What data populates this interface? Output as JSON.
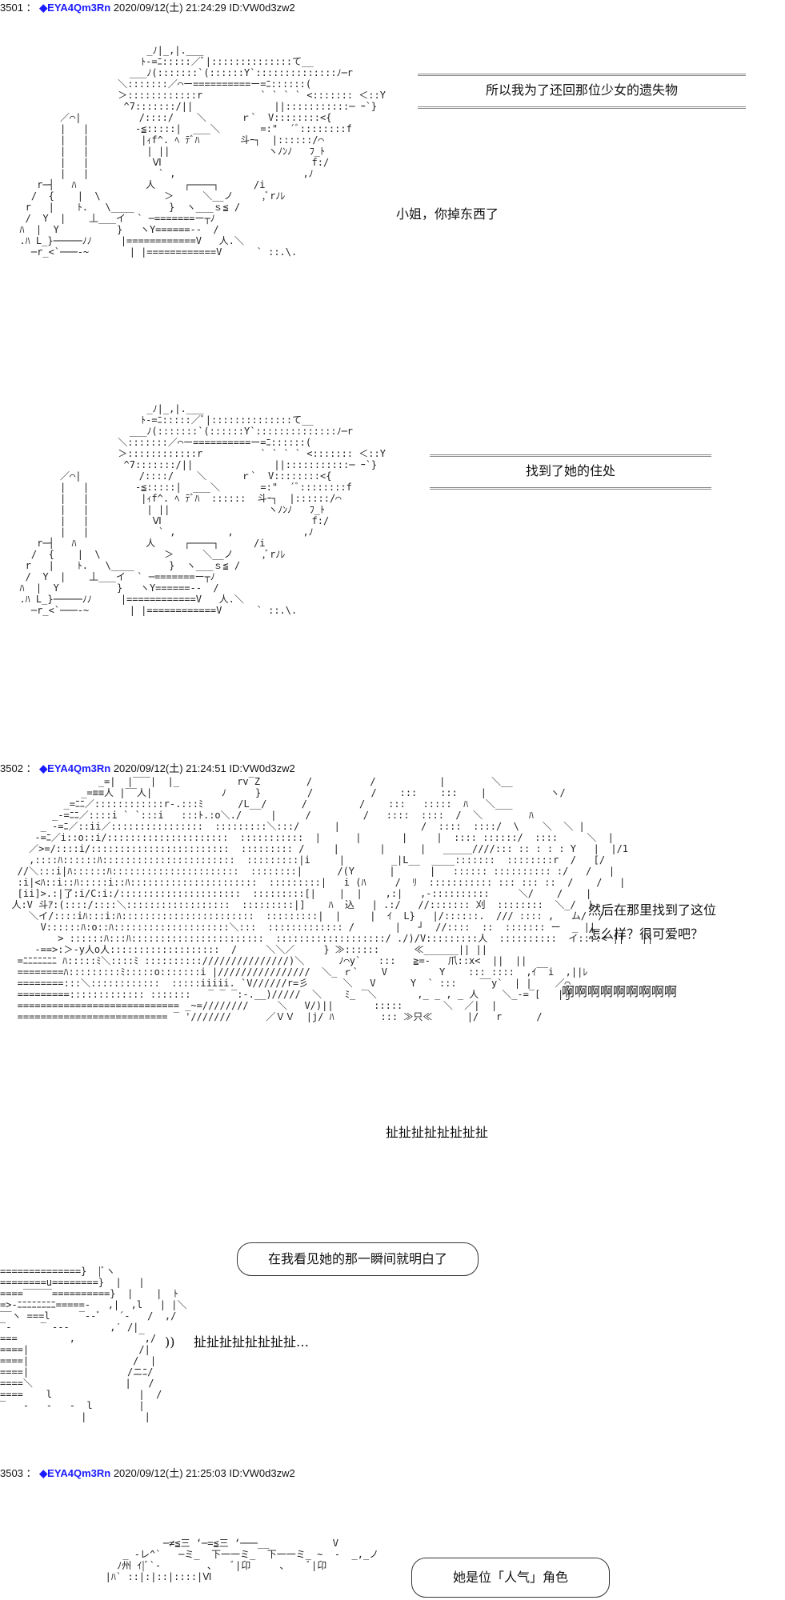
{
  "posts": [
    {
      "number": "3501",
      "separator": "：",
      "poster": "◆EYA4Qm3Rn",
      "timestamp": "2020/09/12(土) 21:24:29",
      "id": "ID:VW0d3zw2",
      "panels": [
        {
          "box_text": "所以我为了还回那位少女的遗失物",
          "speech": "小姐，你掉东西了"
        },
        {
          "box_text": "找到了她的住处"
        }
      ]
    },
    {
      "number": "3502",
      "separator": "：",
      "poster": "◆EYA4Qm3Rn",
      "timestamp": "2020/09/12(土) 21:24:51",
      "id": "ID:VW0d3zw2",
      "panels": [
        {
          "line1": "然后在那里找到了这位",
          "line2": "怎么样？很可爱吧？",
          "scream": "啊啊啊啊啊啊啊啊啊",
          "sfx": "扯扯扯扯扯扯扯扯"
        },
        {
          "rounded_text": "在我看见她的那一瞬间就明白了",
          "sfx": "扯扯扯扯扯扯扯扯…",
          "paren": "))"
        }
      ]
    },
    {
      "number": "3503",
      "separator": "：",
      "poster": "◆EYA4Qm3Rn",
      "timestamp": "2020/09/12(土) 21:25:03",
      "id": "ID:VW0d3zw2",
      "panels": [
        {
          "rounded_text": "她是位「人气」角色"
        }
      ]
    }
  ]
}
